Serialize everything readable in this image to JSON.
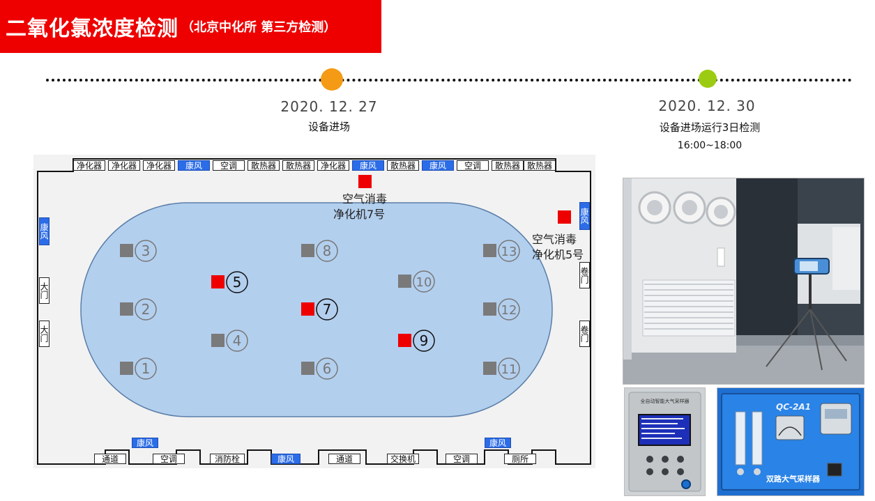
{
  "title": {
    "main": "二氧化氯浓度检测",
    "sub": "（北京中化所 第三方检测）"
  },
  "timeline": {
    "events": [
      {
        "date": "2020. 12. 27",
        "desc": "设备进场",
        "time": "",
        "color": "#f59a14"
      },
      {
        "date": "2020. 12. 30",
        "desc": "设备进场运行3日检测",
        "time": "16:00~18:00",
        "color": "#9ccc11"
      }
    ]
  },
  "colors": {
    "fixture_blue": "#2b6ce8",
    "purifier_red": "#ee0000",
    "sampling_gray": "#7a7a7a",
    "zone_fill": "#b3cfee"
  },
  "floorplan": {
    "top_fixtures": [
      {
        "label": "净化器",
        "kind": "white"
      },
      {
        "label": "净化器",
        "kind": "white"
      },
      {
        "label": "净化器",
        "kind": "white"
      },
      {
        "label": "康风",
        "kind": "blue"
      },
      {
        "label": "空调",
        "kind": "white"
      },
      {
        "label": "散热器",
        "kind": "white"
      },
      {
        "label": "散热器",
        "kind": "white"
      },
      {
        "label": "净化器",
        "kind": "white"
      },
      {
        "label": "康风",
        "kind": "blue"
      },
      {
        "label": "散热器",
        "kind": "white"
      },
      {
        "label": "康风",
        "kind": "blue"
      },
      {
        "label": "空调",
        "kind": "white"
      },
      {
        "label": "散热器",
        "kind": "white"
      },
      {
        "label": "散热器",
        "kind": "white"
      }
    ],
    "bottom_fixtures": [
      {
        "label": "通道",
        "kind": "white"
      },
      {
        "label": "空调",
        "kind": "white"
      },
      {
        "label": "消防栓",
        "kind": "white"
      },
      {
        "label": "康风",
        "kind": "blue"
      },
      {
        "label": "通道",
        "kind": "white"
      },
      {
        "label": "交换机",
        "kind": "white"
      },
      {
        "label": "空调",
        "kind": "white"
      },
      {
        "label": "厕所",
        "kind": "white"
      }
    ],
    "bottom_inner_fixtures": [
      {
        "label": "康风",
        "kind": "blue"
      },
      {
        "label": "康风",
        "kind": "blue"
      }
    ],
    "left_fixtures": [
      {
        "label": "康风",
        "kind": "blue"
      },
      {
        "label": "大门",
        "kind": "white"
      },
      {
        "label": "大门",
        "kind": "white"
      }
    ],
    "right_fixtures": [
      {
        "label": "康风",
        "kind": "blue"
      },
      {
        "label": "卷门",
        "kind": "white"
      },
      {
        "label": "卷门",
        "kind": "white"
      }
    ],
    "purifier_labels": [
      {
        "name": "空气消毒",
        "unit": "净化机7号"
      },
      {
        "name": "空气消毒",
        "unit": "净化机5号"
      }
    ],
    "points": [
      {
        "n": "1",
        "kind": "gray"
      },
      {
        "n": "2",
        "kind": "gray"
      },
      {
        "n": "3",
        "kind": "gray"
      },
      {
        "n": "4",
        "kind": "gray"
      },
      {
        "n": "5",
        "kind": "red"
      },
      {
        "n": "6",
        "kind": "gray"
      },
      {
        "n": "7",
        "kind": "red"
      },
      {
        "n": "8",
        "kind": "gray"
      },
      {
        "n": "9",
        "kind": "red"
      },
      {
        "n": "10",
        "kind": "gray"
      },
      {
        "n": "11",
        "kind": "gray"
      },
      {
        "n": "12",
        "kind": "gray"
      },
      {
        "n": "13",
        "kind": "gray"
      }
    ]
  },
  "photos": {
    "instrument_a_title": "全自动智能大气采样器",
    "instrument_b_model": "QC-2A1",
    "instrument_b_name": "双路大气采样器"
  }
}
